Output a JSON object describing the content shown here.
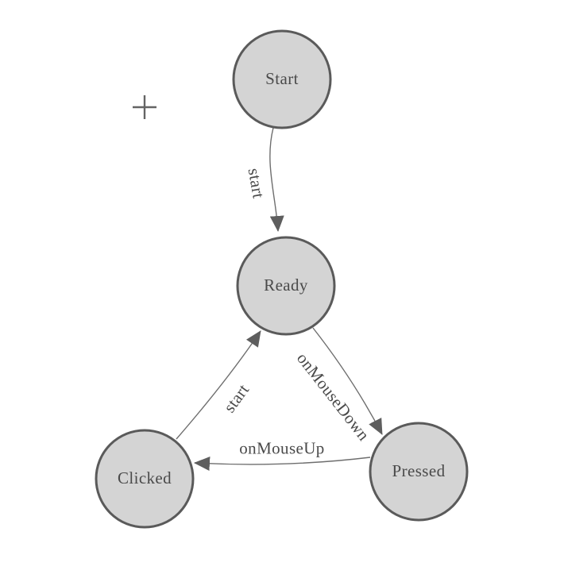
{
  "diagram": {
    "type": "finite-state-machine",
    "background": "#ffffff",
    "cursor_icon": "plus-crosshair-icon",
    "colors": {
      "node_fill": "#d4d4d4",
      "node_stroke": "#5a5a5a",
      "edge_stroke": "#6e6e6e",
      "arrowhead_fill": "#5e5e5e",
      "label_text": "#4a4a4a",
      "background": "#ffffff"
    },
    "nodes": [
      {
        "id": "start",
        "label": "Start"
      },
      {
        "id": "ready",
        "label": "Ready"
      },
      {
        "id": "pressed",
        "label": "Pressed"
      },
      {
        "id": "clicked",
        "label": "Clicked"
      }
    ],
    "edges": [
      {
        "from": "start",
        "to": "ready",
        "label": "start"
      },
      {
        "from": "ready",
        "to": "pressed",
        "label": "onMouseDown"
      },
      {
        "from": "pressed",
        "to": "clicked",
        "label": "onMouseUp"
      },
      {
        "from": "clicked",
        "to": "ready",
        "label": "start"
      }
    ]
  }
}
